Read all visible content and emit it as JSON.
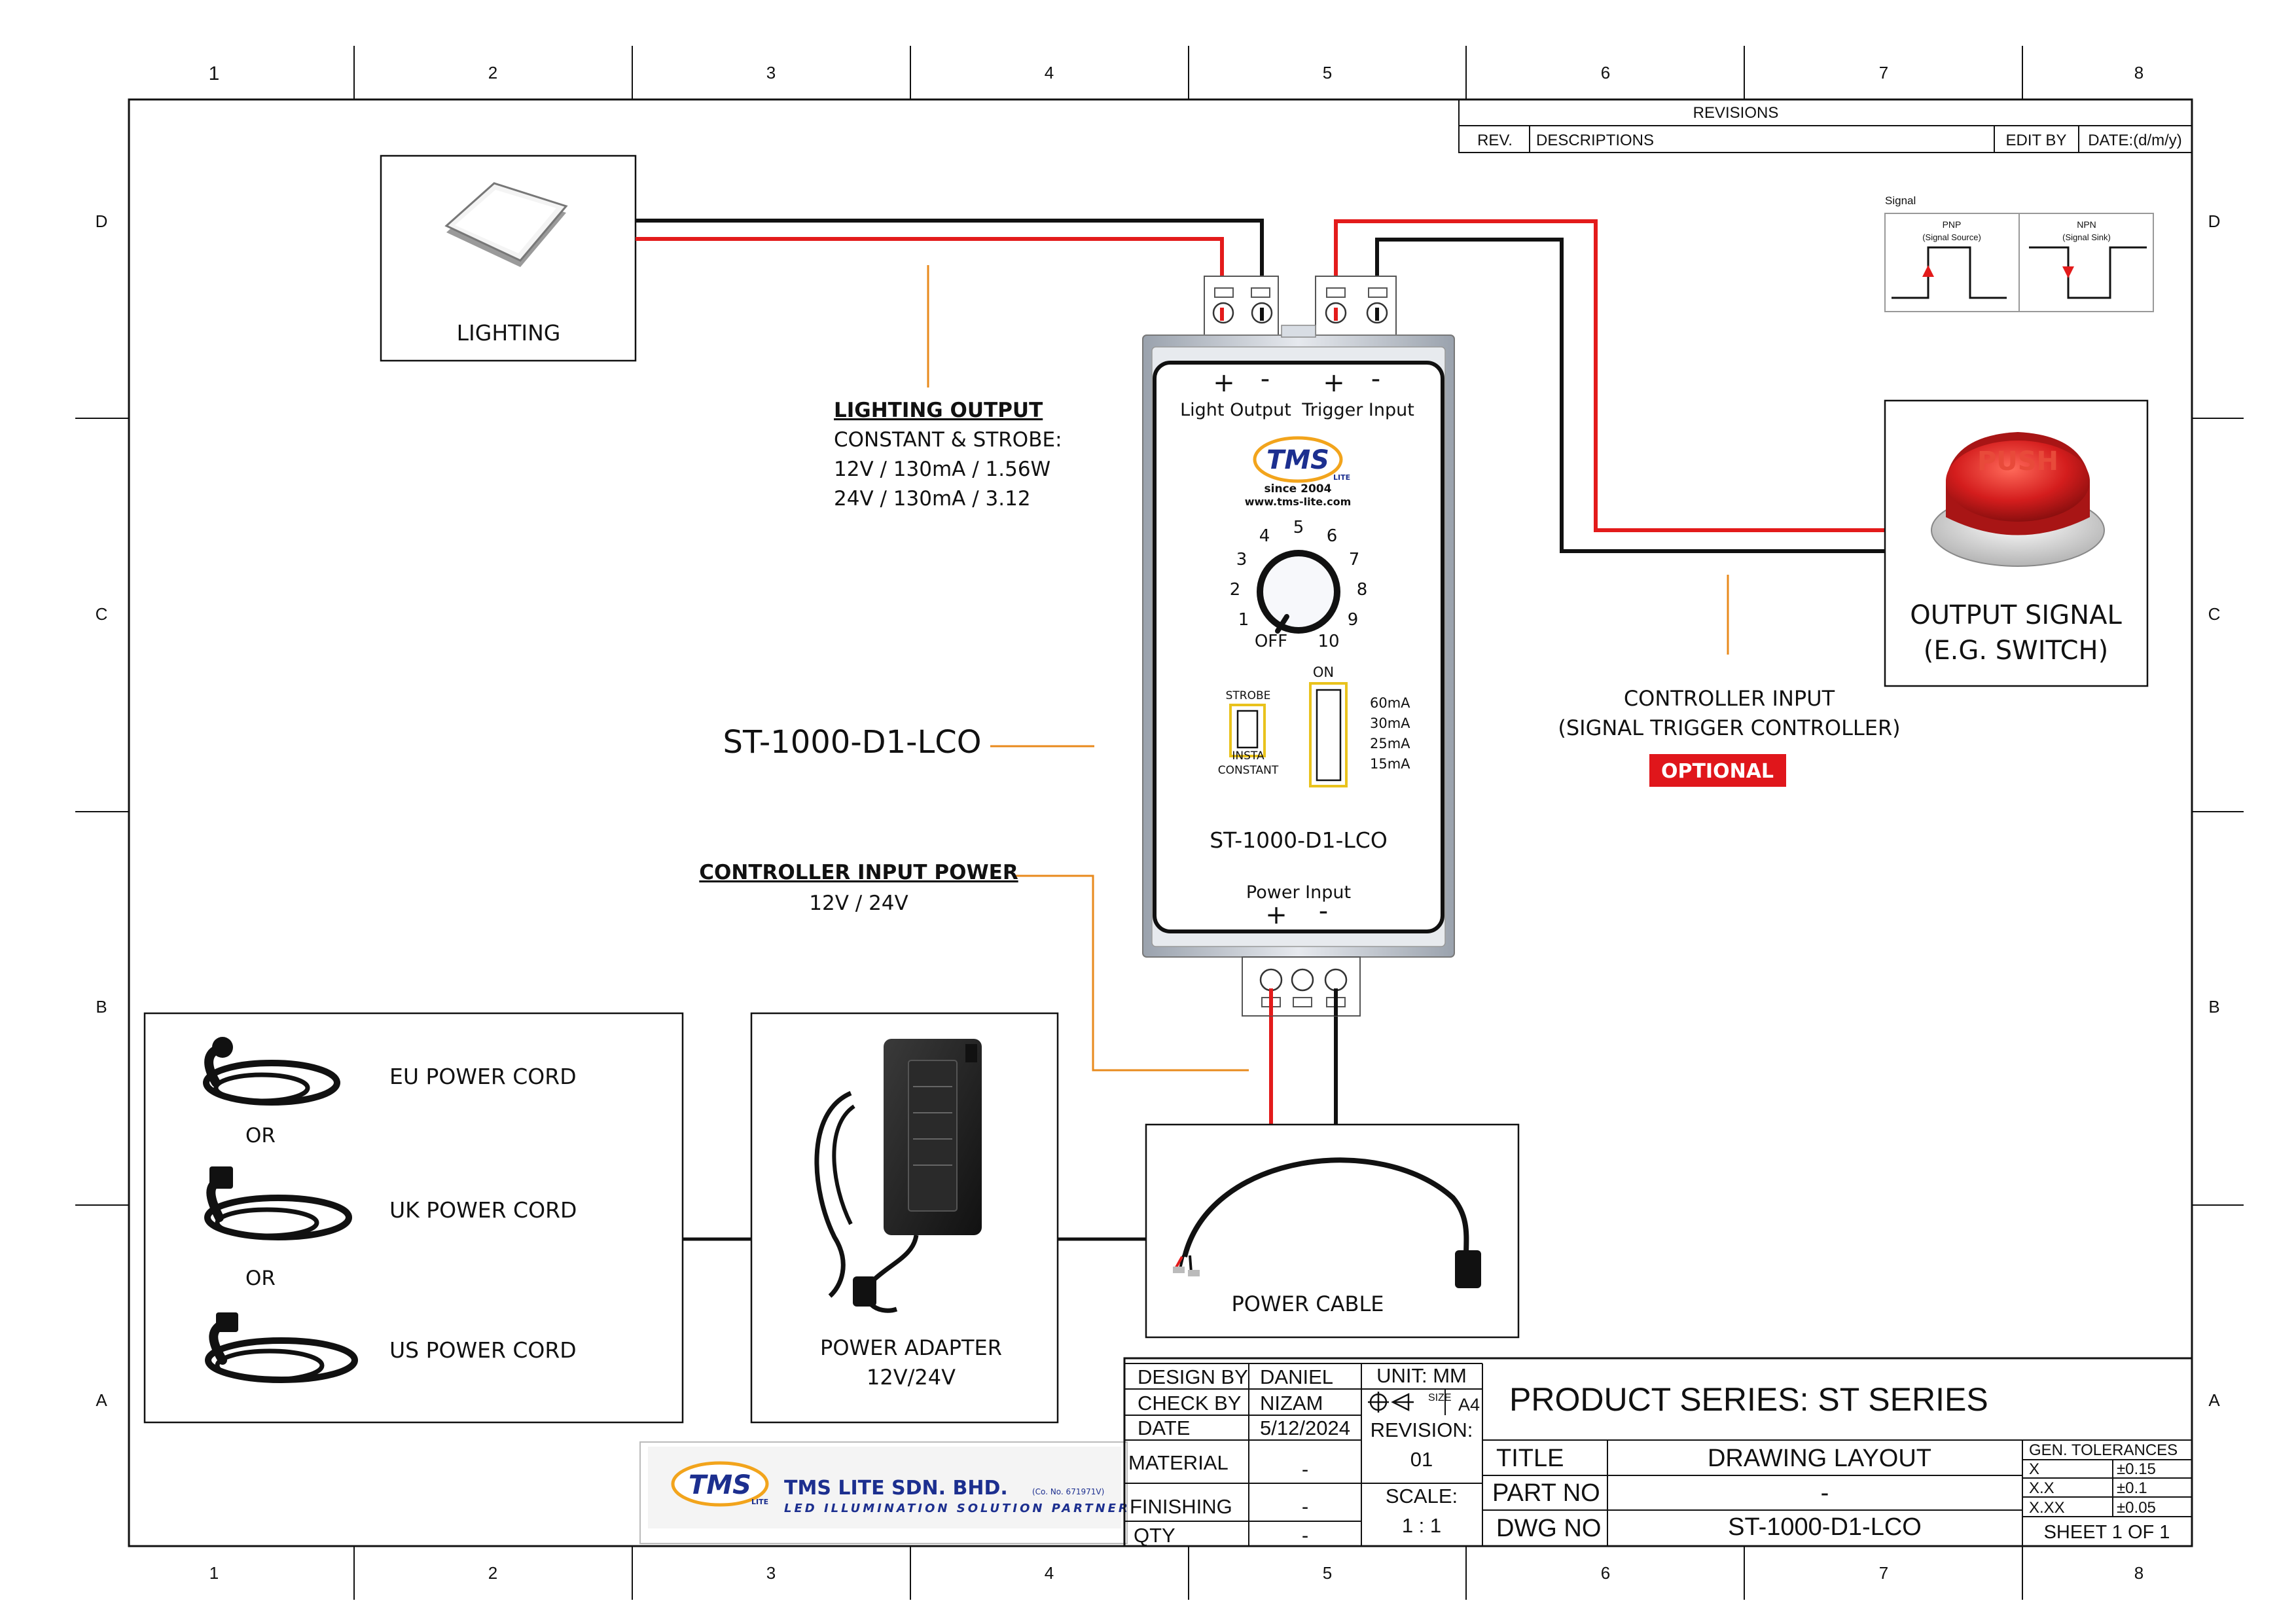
{
  "frame": {
    "columns": [
      "1",
      "2",
      "3",
      "4",
      "5",
      "6",
      "7",
      "8"
    ],
    "rows": [
      "D",
      "C",
      "B",
      "A"
    ]
  },
  "revisions": {
    "title": "REVISIONS",
    "headers": [
      "REV.",
      "DESCRIPTIONS",
      "EDIT BY",
      "DATE:(d/m/y)"
    ]
  },
  "signal_legend": {
    "title": "Signal",
    "pnp_title": "PNP",
    "pnp_sub": "(Signal Source)",
    "npn_title": "NPN",
    "npn_sub": "(Signal Sink)"
  },
  "lighting": {
    "label": "LIGHTING"
  },
  "lighting_output": {
    "heading": "LIGHTING OUTPUT",
    "lines": [
      "CONSTANT & STROBE:",
      "12V / 130mA / 1.56W",
      "24V / 130mA / 3.12"
    ]
  },
  "model_label": "ST-1000-D1-LCO",
  "controller_input_power": {
    "heading": "CONTROLLER INPUT POWER",
    "value": "12V / 24V"
  },
  "controller": {
    "plus": "+",
    "minus": "-",
    "light_output": "Light Output",
    "trigger_input": "Trigger Input",
    "logo_text": "TMS",
    "logo_sub": "LITE",
    "since": "since 2004",
    "url": "www.tms-lite.com",
    "dial": [
      "OFF",
      "1",
      "2",
      "3",
      "4",
      "5",
      "6",
      "7",
      "8",
      "9",
      "10"
    ],
    "strobe": "STROBE",
    "insta": "INSTA",
    "constant": "CONSTANT",
    "on": "ON",
    "currents": [
      "60mA",
      "30mA",
      "25mA",
      "15mA"
    ],
    "model": "ST-1000-D1-LCO",
    "power_input": "Power Input"
  },
  "output_signal": {
    "button_text": "PUSH",
    "label_line1": "OUTPUT SIGNAL",
    "label_line2": "(E.G. SWITCH)"
  },
  "controller_input": {
    "line1": "CONTROLLER INPUT",
    "line2": "(SIGNAL TRIGGER CONTROLLER)",
    "badge": "OPTIONAL"
  },
  "power_cords": {
    "eu": "EU POWER CORD",
    "uk": "UK POWER CORD",
    "us": "US POWER CORD",
    "or": "OR"
  },
  "power_adapter": {
    "line1": "POWER ADAPTER",
    "line2": "12V/24V"
  },
  "power_cable": {
    "label": "POWER CABLE"
  },
  "company": {
    "logo_text": "TMS",
    "logo_sub": "LITE",
    "name": "TMS LITE SDN. BHD.",
    "reg": "(Co. No. 671971V)",
    "tagline": "LED ILLUMINATION SOLUTION PARTNER"
  },
  "title_block": {
    "design_by_label": "DESIGN BY",
    "design_by": "DANIEL",
    "check_by_label": "CHECK BY",
    "check_by": "NIZAM",
    "date_label": "DATE",
    "date": "5/12/2024",
    "material_label": "MATERIAL",
    "material": "-",
    "finishing_label": "FINISHING",
    "finishing": "-",
    "qty_label": "QTY",
    "qty": "-",
    "unit": "UNIT:  MM",
    "size_label": "SIZE",
    "size": "A4",
    "revision_label": "REVISION:",
    "revision": "01",
    "scale_label": "SCALE:",
    "scale": "1 : 1",
    "product_series": "PRODUCT SERIES: ST SERIES",
    "title_label": "TITLE",
    "title": "DRAWING LAYOUT",
    "part_no_label": "PART NO",
    "part_no": "-",
    "dwg_no_label": "DWG NO",
    "dwg_no": "ST-1000-D1-LCO",
    "tolerances_title": "GEN. TOLERANCES",
    "tolerances": [
      {
        "fmt": "X",
        "val": "±0.15"
      },
      {
        "fmt": "X.X",
        "val": "±0.1"
      },
      {
        "fmt": "X.XX",
        "val": "±0.05"
      }
    ],
    "sheet": "SHEET 1 OF 1"
  },
  "colors": {
    "wire_red": "#e31b1b",
    "wire_black": "#111111",
    "leader_orange": "#e88a1c",
    "optional_badge": "#e0161b",
    "logo_blue": "#1c2f8f",
    "logo_red": "#d42020"
  }
}
